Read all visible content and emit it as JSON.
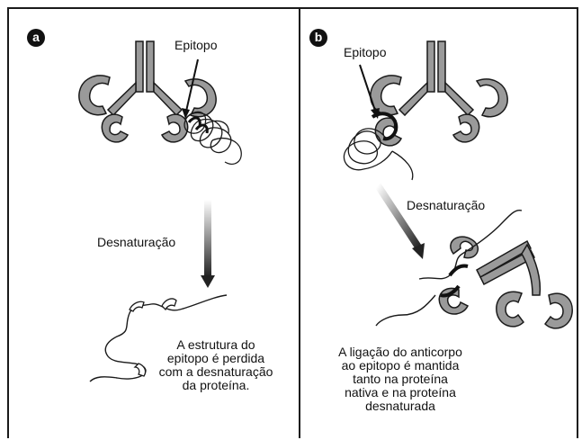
{
  "panel_a": {
    "badge": "a",
    "epitope_label": "Epitopo",
    "denaturation_label": "Desnaturação",
    "caption": [
      "A estrutura do",
      "epitopo é perdida",
      "com a desnaturação",
      "da proteína."
    ]
  },
  "panel_b": {
    "badge": "b",
    "epitope_label": "Epitopo",
    "denaturation_label": "Desnaturação",
    "caption": [
      "A ligação do anticorpo",
      "ao epitopo é mantida",
      "tanto na proteína",
      "nativa e na proteína",
      "desnaturada"
    ]
  },
  "colors": {
    "antibody_fill": "#9a9a9a",
    "antibody_stroke": "#1a1a1a",
    "epitope_highlight": "#111111",
    "arrow_gradient_start": "#ffffff",
    "arrow_gradient_end": "#222222"
  }
}
